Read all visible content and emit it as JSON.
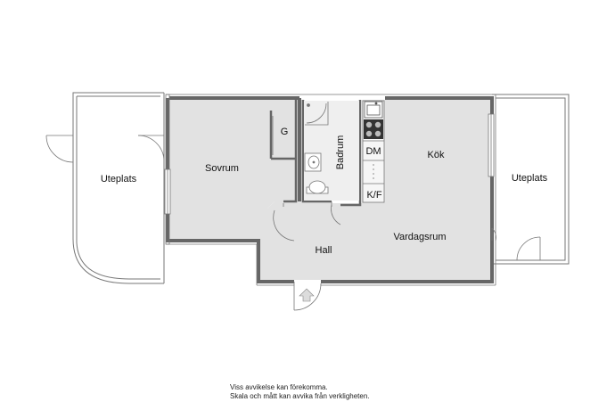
{
  "rooms": {
    "uteplats_left": "Uteplats",
    "sovrum": "Sovrum",
    "garderob": "G",
    "badrum": "Badrum",
    "dm": "DM",
    "kf": "K/F",
    "kok": "Kök",
    "vardagsrum": "Vardagsrum",
    "hall": "Hall",
    "uteplats_right": "Uteplats"
  },
  "disclaimer": {
    "line1": "Viss avvikelse kan förekomma.",
    "line2": "Skala och mått kan avvika från verkligheten."
  },
  "colors": {
    "floor": "#e2e2e2",
    "wall": "#666666",
    "line": "#777777"
  }
}
